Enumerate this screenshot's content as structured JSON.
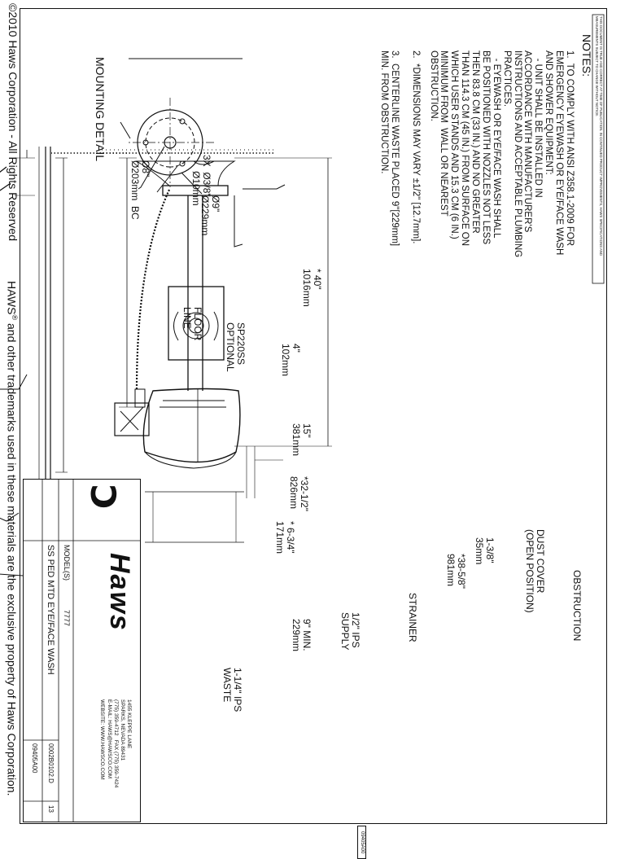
{
  "top_disclaimer": "THIS DOCUMENT IS TRUE AND CORRECT AT TIME OF PUBLICATION. IN CONTINUED PRODUCT IMPROVEMENTS, HAWS SPECIFICATIONS AND MEASUREMENTS SUBJECT TO CHANGE WITHOUT NOTICE.",
  "notes": {
    "heading": "NOTES:",
    "items": [
      "1.  TO COMPLY WITH ANSI Z358.1-2009 FOR\nEMERGENCY EYEWASH OR EYE/FACE WASH\nAND SHOWER EQUIPMENT:\n   - UNIT SHALL BE INSTALLED IN\nACCORDANCE WITH MANUFACTURER'S\nINSTRUCTIONS AND ACCEPTABLE PLUMBING\nPRACTICES.\n   - EYEWASH OR EYE/FACE WASH SHALL\nBE POSITIONED WITH NOZZLES NOT LESS\nTHEN 83.8 CM (33 IN.) AND NO GREATER\nTHAN 114.3 CM (45 IN.) FROM SURFACE ON\nWHICH USER STANDS AND 15.3 CM (6 IN.)\nMINIMUM FROM  WALL OR NEAREST\nOBSTRUCTION.",
      "2.  *DIMENSIONS MAY VARY ±1/2\" [12.7mm].",
      "3.  CENTERLINE WASTE PLACED 9\"[229mm]\nMIN. FROM OBSTRUCTION."
    ]
  },
  "mounting": {
    "title": "MOUNTING DETAIL",
    "dia_outer": "Ø9\"\nØ229mm",
    "holes": "3X  Ø3/8\"\n      Ø10mm",
    "dia_center": "Ø8\"\nØ203mm  BC"
  },
  "front_view": {
    "d_height": "* 40\"\n1016mm",
    "d_bowl_top": "4\"\n102mm",
    "d_bowl": "15\"\n381mm",
    "d_depth": "*32-1/2\"\n826mm",
    "sp220": "SP220SS\nOPTIONAL",
    "floor": "FLOOR\nLINE"
  },
  "side_view": {
    "obstruction": "OBSTRUCTION",
    "dust_cover": "DUST COVER\n(OPEN POSITION)",
    "d_cover": "1-3/8\"\n35mm",
    "d_total": "*38-5/8\"\n981mm",
    "strainer": "STRAINER",
    "supply": "1/2\" IPS\nSUPPLY",
    "d_min": "9\" MIN.\n229mm",
    "d_waste": "* 6-3/4\"\n171mm",
    "waste": "1-1/4\" IPS\nWASTE"
  },
  "title_block": {
    "brand": "Haws",
    "address": "1455 KLEPPE LANE\nSPARKS, NEVADA 89431\n(775) 359-4712   FAX (775) 359-7424\nE-MAIL: HAWS@HAWSCO.COM\nWEBSITE: WWW.HAWSCO.COM",
    "model_label": "MODEL(S)",
    "model": "7777",
    "description": "SS PED MTD EYE/FACE WASH",
    "drawing_no": "0002B0102.D",
    "revision": "13",
    "sheet_code": "09405A00"
  },
  "footer": {
    "copyright": "©2010 Haws Corporation - All Rights Reserved",
    "trademark_pre": "HAWS",
    "trademark_reg": "®",
    "trademark_post": " and other trademarks used in these materials are the exclusive property of Haws Corporation."
  },
  "stamp": "09405A00",
  "colors": {
    "line": "#111111",
    "paper": "#ffffff"
  }
}
